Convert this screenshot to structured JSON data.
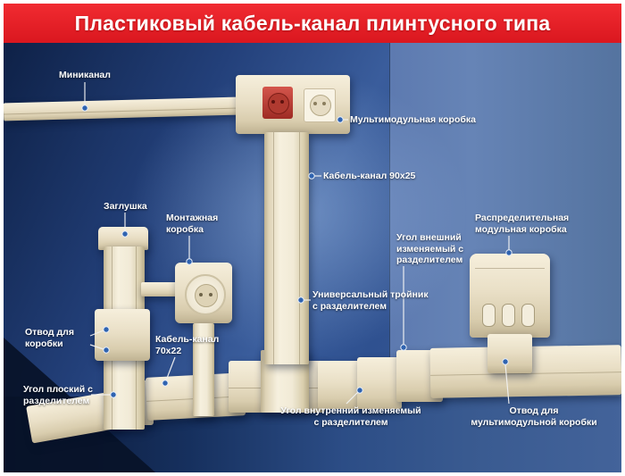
{
  "header": {
    "title": "Пластиковый кабель-канал плинтусного типа"
  },
  "colors": {
    "header_bg": "#e31e24",
    "wall_blue": "#3a5d9c",
    "wall_right_blue": "#6684b6",
    "floor_dark": "#16305e",
    "component_cream": "#efe7d2",
    "socket_red": "#b03a30",
    "marker_dot_blue": "#2f63b0",
    "label_text": "#ffffff"
  },
  "labels": {
    "minichannel": "Миниканал",
    "multimodule_box": "Мультимодульная коробка",
    "cable_channel_90": "Кабель-канал 90х25",
    "end_cap": "Заглушка",
    "mounting_box": "Монтажная коробка",
    "distribution_box": "Распределительная модульная коробка",
    "outer_corner": "Угол внешний изменяемый с разделителем",
    "universal_tee": "Универсальный тройник с разделителем",
    "box_branch": "Отвод для коробки",
    "cable_channel_70": "Кабель-канал 70х22",
    "flat_corner": "Угол плоский с разделителем",
    "inner_corner": "Угол внутренний изменяемый с разделителем",
    "multimodule_branch": "Отвод для мультимодульной коробки"
  }
}
